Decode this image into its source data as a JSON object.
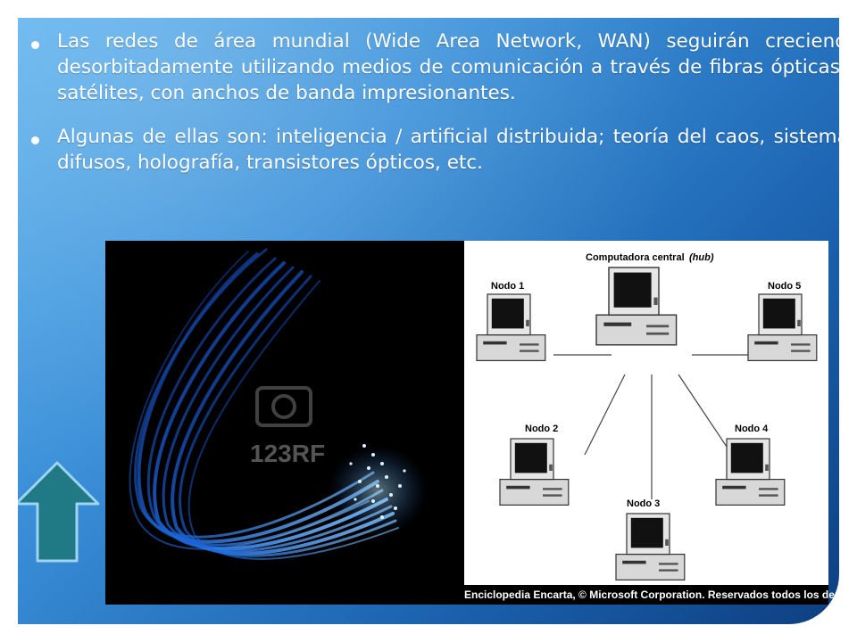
{
  "bullets": [
    "Las redes de área mundial (Wide Area Network, WAN) seguirán creciendo desorbitadamente utilizando medios de comunicación a través de fibras ópticas y satélites, con anchos de banda impresionantes.",
    "Algunas de ellas son: inteligencia / artificial distribuida; teoría del caos, sistemas difusos, holografía, transistores ópticos, etc."
  ],
  "watermark": "123RF",
  "diagram": {
    "hub_label": "Computadora central",
    "hub_label_italic": "(hub)",
    "nodes": [
      "Nodo 1",
      "Nodo 5",
      "Nodo 2",
      "Nodo 4",
      "Nodo 3"
    ],
    "credit": "Enciclopedia Encarta, © Microsoft Corporation. Reservados todos los derechos."
  },
  "colors": {
    "slide_top": "#5fb3ee",
    "slide_bottom": "#0d3f80",
    "arrow_fill": "#1f7a86",
    "arrow_stroke": "#9fd3f2"
  },
  "icons": {
    "nav": "up-arrow-icon"
  }
}
